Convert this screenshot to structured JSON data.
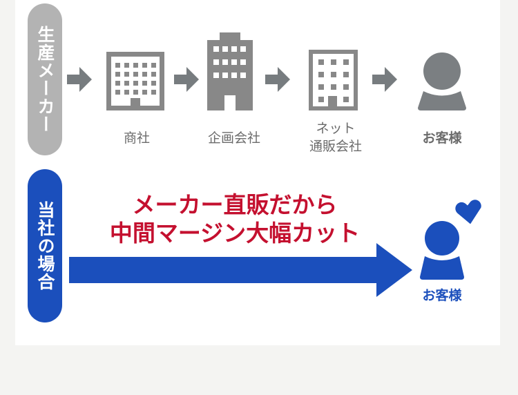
{
  "traditional": {
    "label": "生産メーカー",
    "steps": [
      {
        "label": "商社",
        "icon": "building-outline-icon"
      },
      {
        "label": "企画会社",
        "icon": "tall-building-icon"
      },
      {
        "label": "ネット",
        "label2": "通販会社",
        "icon": "building-outline-icon"
      },
      {
        "label": "お客様",
        "icon": "person-icon"
      }
    ]
  },
  "ours": {
    "label": "当社の場合",
    "headline1": "メーカー直販だから",
    "headline2": "中間マージン大幅カット",
    "customer": "お客様"
  },
  "colors": {
    "gray": "#b3b3b3",
    "icon": "#7b7f82",
    "blue": "#1b4fbc",
    "red": "#c4102f"
  }
}
